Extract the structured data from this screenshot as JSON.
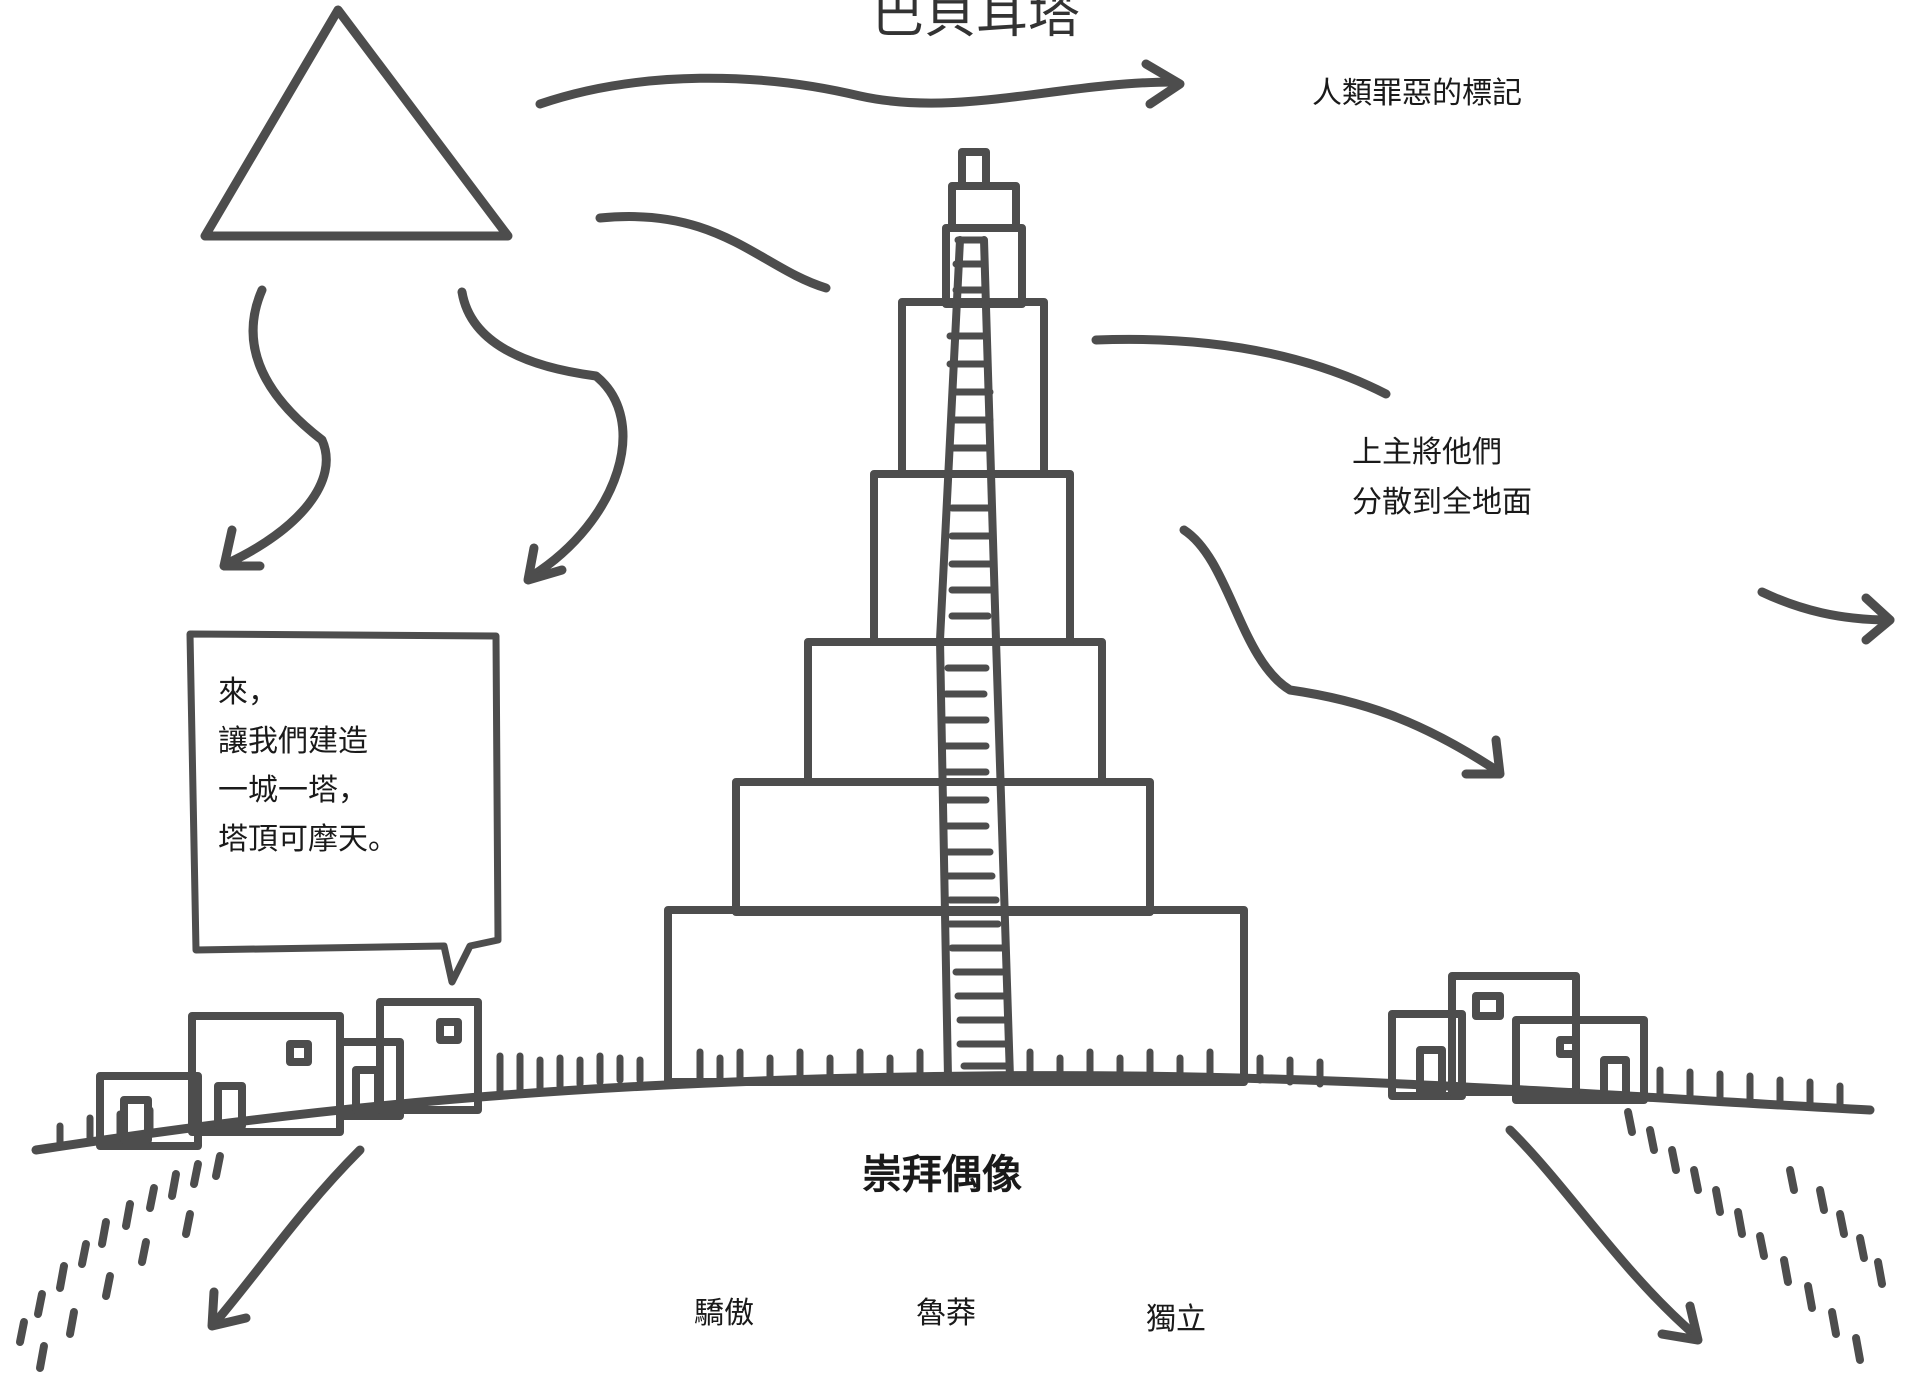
{
  "title": "巴貝耳塔",
  "sin_mark": "人類罪惡的標記",
  "scatter_text": [
    "上主將他們",
    "分散到全地面"
  ],
  "speech_bubble": [
    "來，",
    "讓我們建造",
    "一城一塔，",
    "塔頂可摩天。"
  ],
  "center_label": "崇拜偶像",
  "traits": [
    "驕傲",
    "魯莽",
    "獨立"
  ],
  "ink_color": "#4d4d4d"
}
